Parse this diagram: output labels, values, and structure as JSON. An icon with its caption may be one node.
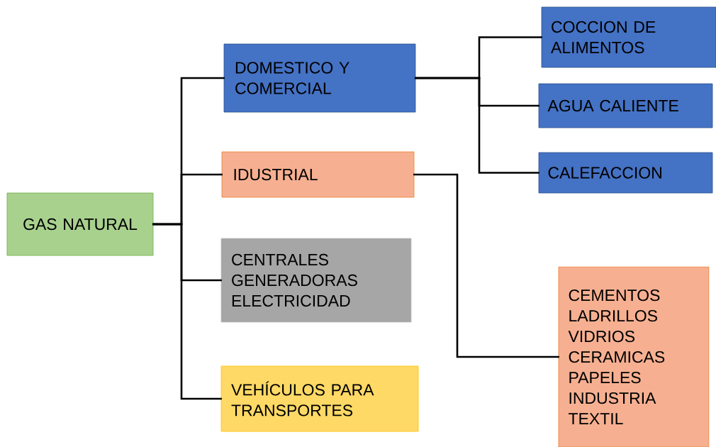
{
  "diagram": {
    "nodes": [
      {
        "text": [
          "GAS NATURAL"
        ]
      },
      {
        "text": [
          "DOMESTICO Y COMERCIAL"
        ]
      },
      {
        "text": [
          "IDUSTRIAL"
        ]
      },
      {
        "text": [
          "CENTRALES GENERADORAS ELECTRICIDAD"
        ]
      },
      {
        "text": [
          "VEHÍCULOS PARA TRANSPORTES"
        ]
      },
      {
        "text": [
          "COCCION DE ALIMENTOS"
        ]
      },
      {
        "text": [
          "AGUA CALIENTE"
        ]
      },
      {
        "text": [
          "CALEFACCION"
        ]
      },
      {
        "text": [
          "CEMENTOS LADRILLOS VIDRIOS CERAMICAS PAPELES INDUSTRIA TEXTIL"
        ]
      }
    ],
    "edges": [
      {
        "from": 0,
        "to": 1,
        "arrow": "none"
      },
      {
        "from": 0,
        "to": 2,
        "arrow": "none"
      },
      {
        "from": 0,
        "to": 3,
        "arrow": "none"
      },
      {
        "from": 0,
        "to": 4,
        "arrow": "none"
      },
      {
        "from": 1,
        "to": 5,
        "arrow": "none"
      },
      {
        "from": 1,
        "to": 6,
        "arrow": "none"
      },
      {
        "from": 1,
        "to": 7,
        "arrow": "none"
      },
      {
        "from": 2,
        "to": 8,
        "arrow": "none"
      }
    ]
  }
}
